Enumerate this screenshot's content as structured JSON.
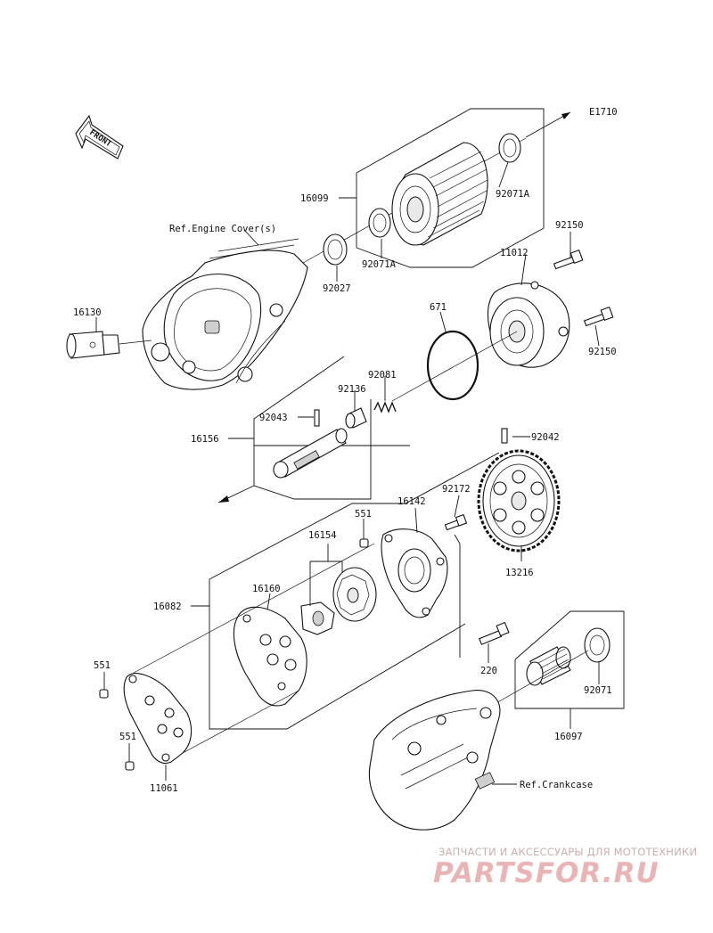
{
  "diagram_code": "E1710",
  "front_label": "FRONT",
  "refs": {
    "engine_cover": "Ref.Engine Cover(s)",
    "crankcase": "Ref.Crankcase"
  },
  "parts": {
    "p16099": "16099",
    "p92071A_top": "92071A",
    "p92071A_low": "92071A",
    "p92027": "92027",
    "p16130": "16130",
    "p92150_top": "92150",
    "p11012": "11012",
    "p671": "671",
    "p92150_low": "92150",
    "p92081": "92081",
    "p92136": "92136",
    "p92043": "92043",
    "p16156": "16156",
    "p92042": "92042",
    "p92172": "92172",
    "p16142": "16142",
    "p551_top": "551",
    "p16154": "16154",
    "p13216": "13216",
    "p16082": "16082",
    "p16160": "16160",
    "p551_left": "551",
    "p220": "220",
    "p92071": "92071",
    "p551_bottom": "551",
    "p16097": "16097",
    "p11061": "11061"
  },
  "watermark": {
    "tagline": "ЗАПЧАСТИ И АКСЕССУАРЫ ДЛЯ МОТОТЕХНИКИ",
    "logo": "PARTSFOR.RU"
  }
}
